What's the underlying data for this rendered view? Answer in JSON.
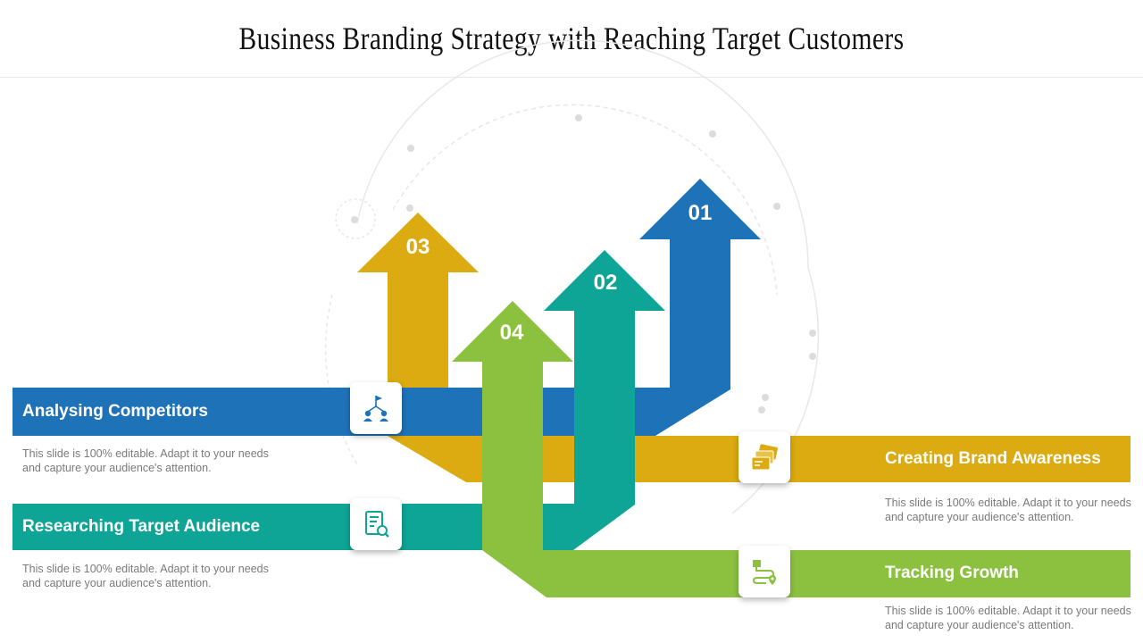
{
  "title": "Business Branding Strategy with Reaching Target Customers",
  "colors": {
    "blue": "#1e73b8",
    "yellow": "#dcab12",
    "teal": "#0fa596",
    "green": "#8cc140",
    "description_text": "#7a7a7a"
  },
  "steps": [
    {
      "number": "01",
      "label": "Analysing Competitors",
      "description": "This slide is 100% editable. Adapt it to your needs and capture your audience's attention.",
      "color": "blue",
      "icon": "team-hierarchy-flag-icon"
    },
    {
      "number": "02",
      "label": "Researching Target Audience",
      "description": "This slide is 100% editable. Adapt it to your needs and capture your audience's attention.",
      "color": "teal",
      "icon": "document-search-icon"
    },
    {
      "number": "03",
      "label": "Creating Brand Awareness",
      "description": "This slide is 100% editable. Adapt it to your needs and capture your audience's attention.",
      "color": "yellow",
      "icon": "brand-cards-icon"
    },
    {
      "number": "04",
      "label": "Tracking Growth",
      "description": "This slide is 100% editable. Adapt it to your needs and capture your audience's attention.",
      "color": "green",
      "icon": "route-pin-icon"
    }
  ]
}
